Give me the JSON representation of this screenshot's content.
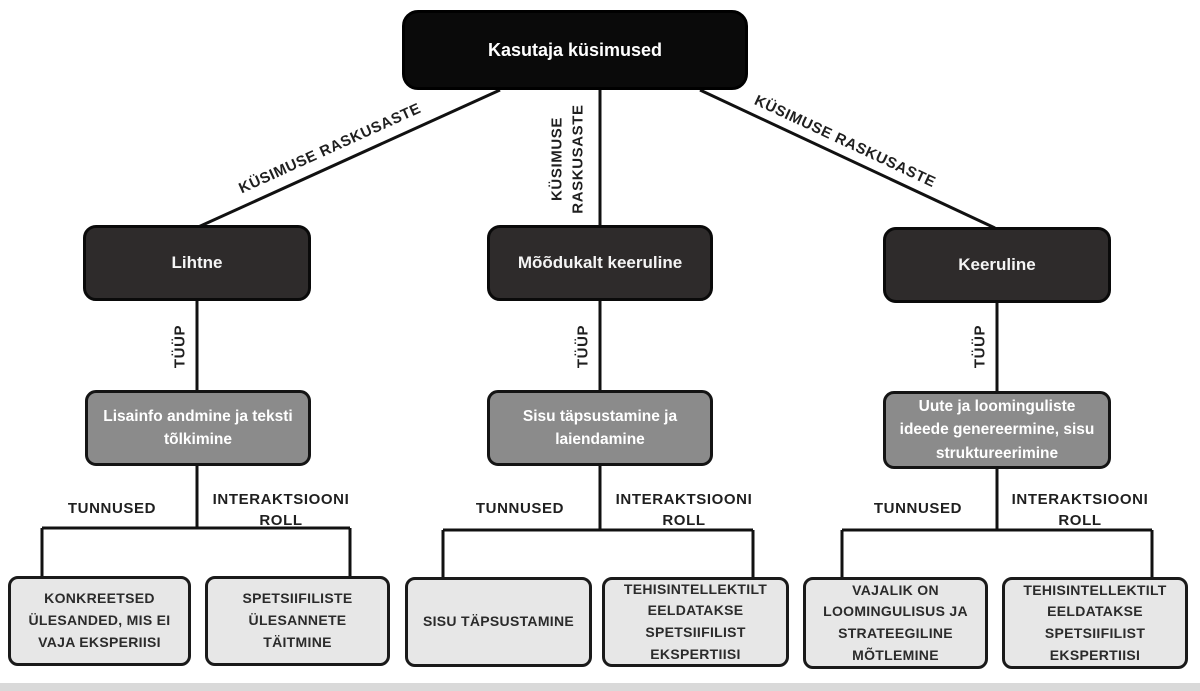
{
  "root": {
    "label": "Kasutaja küsimused"
  },
  "edge_labels": {
    "difficulty": "KÜSIMUSE RASKUSASTE",
    "type": "TÜÜP",
    "features": "TUNNUSED",
    "interaction_role": "INTERAKTSIOONI ROLL"
  },
  "branches": [
    {
      "level": "Lihtne",
      "type": "Lisainfo andmine ja teksti tõlkimine",
      "features": "KONKREETSED ÜLESANDED, MIS EI VAJA EKSPERIISI",
      "interaction_role": "SPETSIIFILISTE ÜLESANNETE TÄITMINE"
    },
    {
      "level": "Mõõdukalt keeruline",
      "type": "Sisu täpsustamine ja laiendamine",
      "features": "SISU TÄPSUSTAMINE",
      "interaction_role": "TEHISINTELLEKTILT EELDATAKSE SPETSIIFILIST EKSPERTIISI"
    },
    {
      "level": "Keeruline",
      "type": "Uute ja loominguliste ideede genereermine, sisu struktureerimine",
      "features": "VAJALIK ON LOOMINGULISUS JA STRATEEGILINE MÕTLEMINE",
      "interaction_role": "TEHISINTELLEKTILT EELDATAKSE SPETSIIFILIST EKSPERTIISI"
    }
  ],
  "colors": {
    "root_box": "#0a0a0a",
    "level_box": "#2e2b2b",
    "type_box": "#8b8b8b",
    "leaf_box": "#e7e7e7",
    "line": "#111111",
    "background": "#ffffff"
  }
}
